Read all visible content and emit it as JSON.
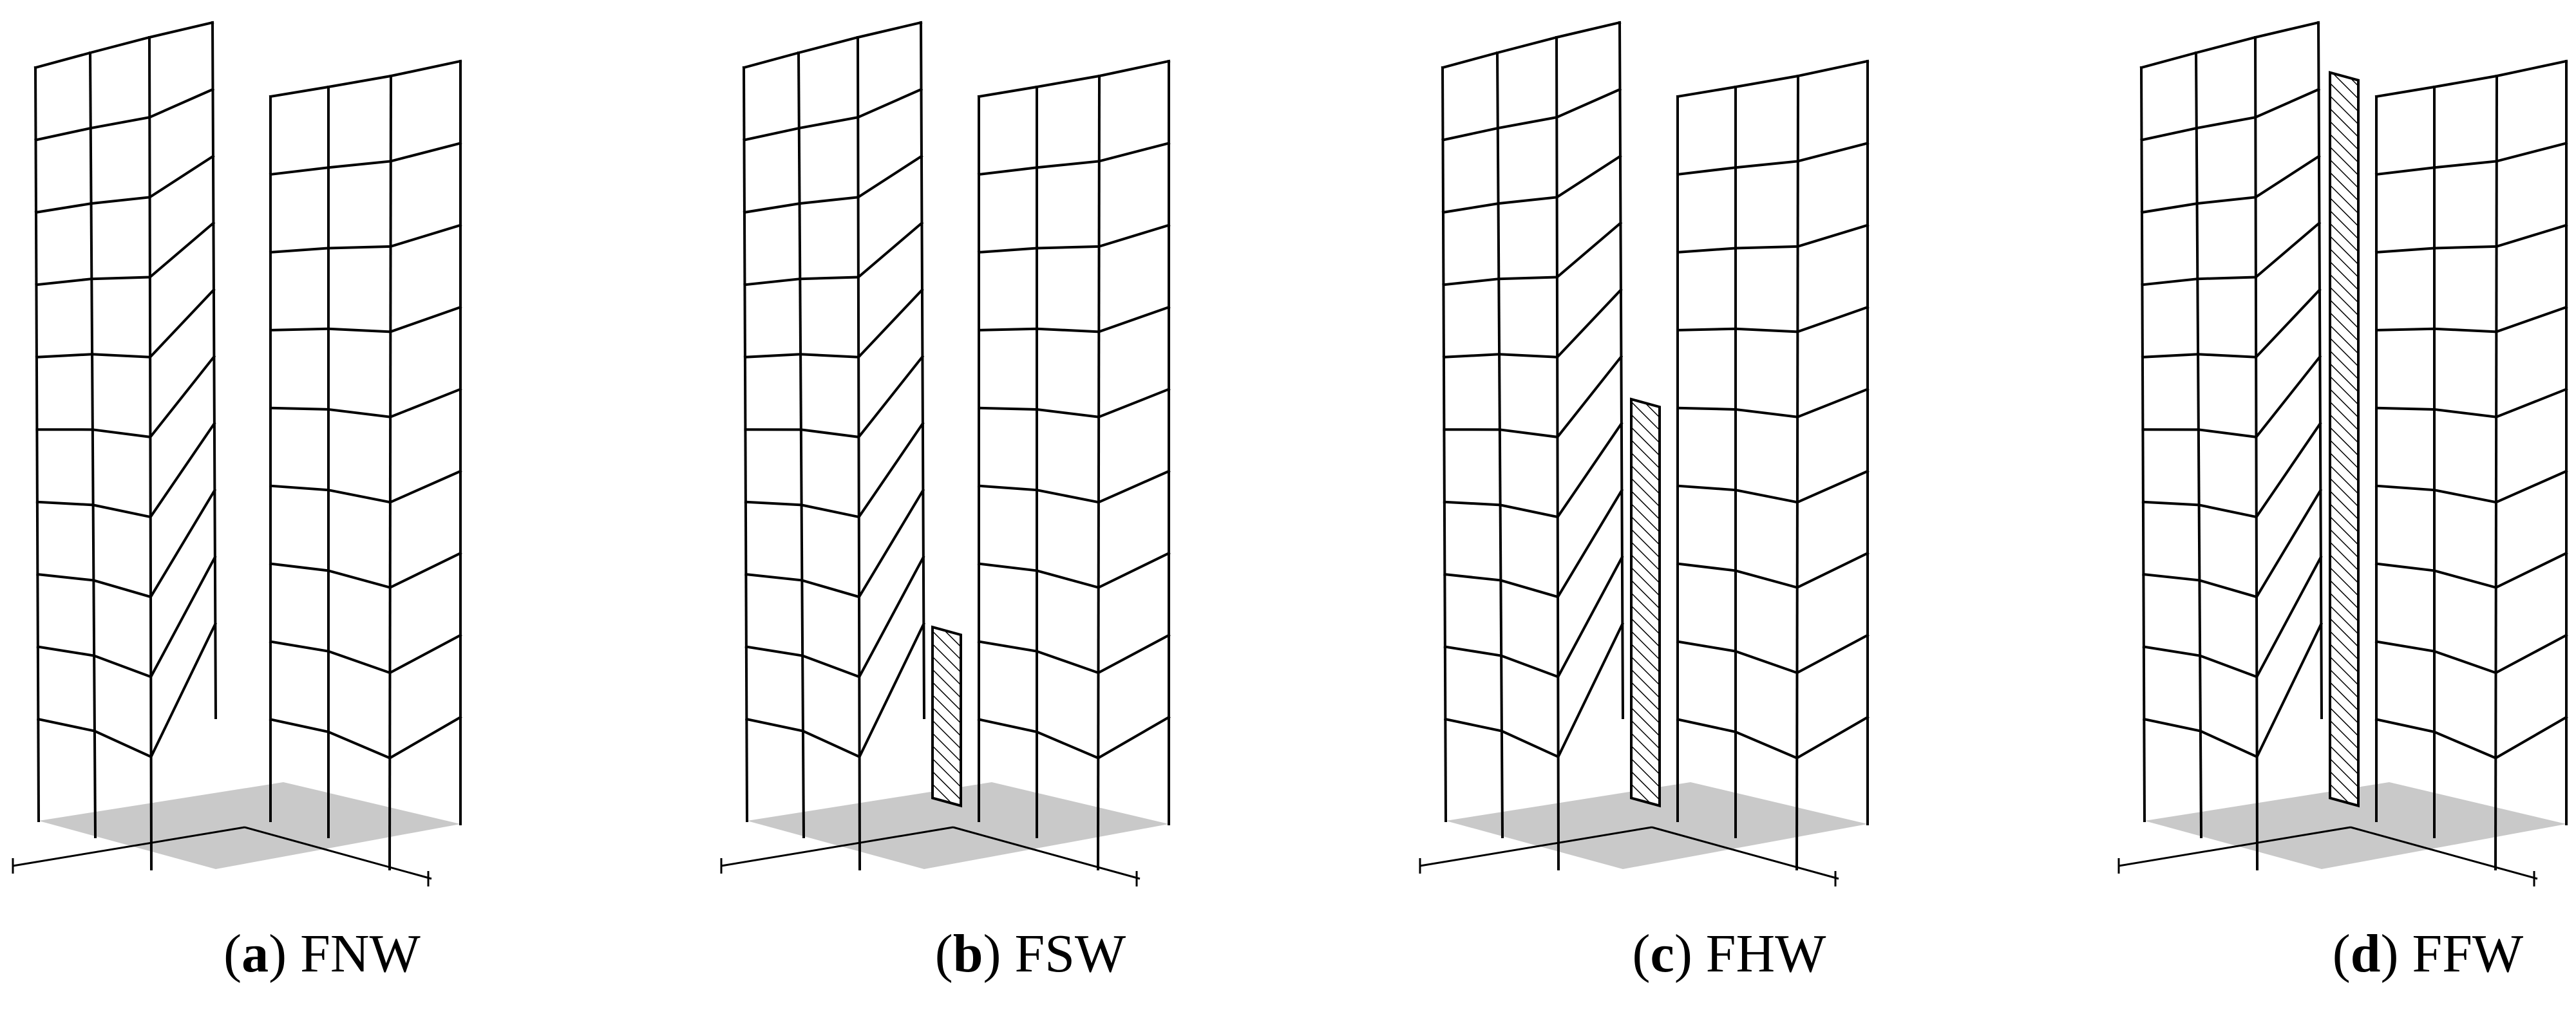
{
  "colors": {
    "line": "#000000",
    "floor": "#c9c9c9",
    "background": "#ffffff"
  },
  "panels": [
    {
      "letter": "a",
      "open": "(",
      "close": ")",
      "label": "FNW",
      "infill": "none"
    },
    {
      "letter": "b",
      "open": "(",
      "close": ")",
      "label": "FSW",
      "infill": "single-storey"
    },
    {
      "letter": "c",
      "open": "(",
      "close": ")",
      "label": "FHW",
      "infill": "half-height"
    },
    {
      "letter": "d",
      "open": "(",
      "close": ")",
      "label": "FFW",
      "infill": "full-height"
    }
  ]
}
